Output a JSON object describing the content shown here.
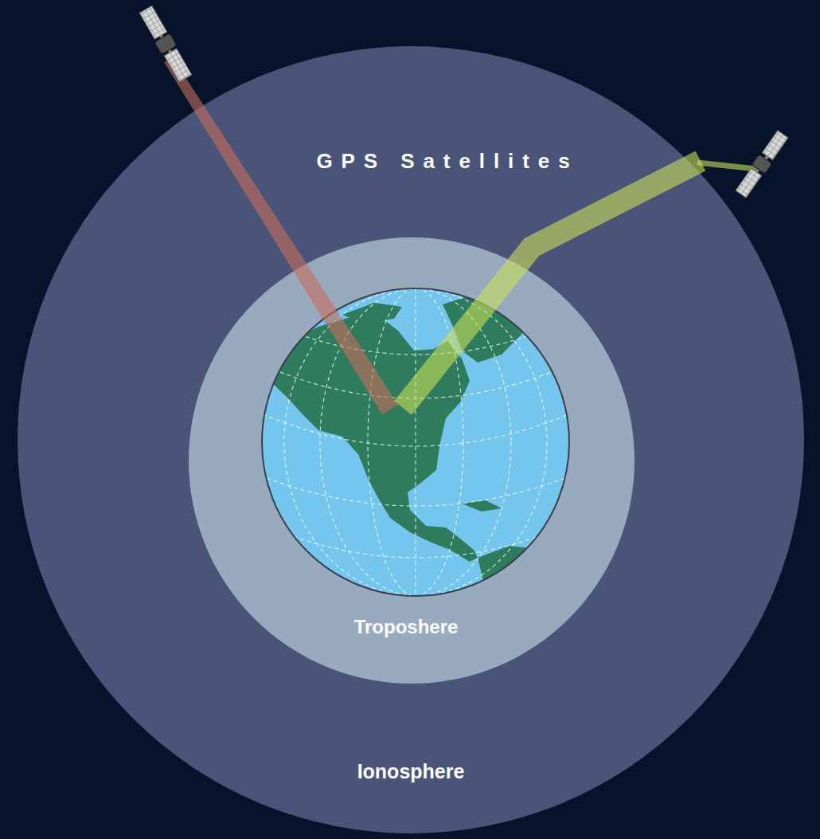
{
  "diagram": {
    "nodes": [
      {
        "text": [
          "Ionosphere"
        ]
      },
      {
        "text": [
          "Troposhere"
        ],
        "in": 0
      }
    ],
    "labels": [
      "GPS Satellites"
    ]
  }
}
